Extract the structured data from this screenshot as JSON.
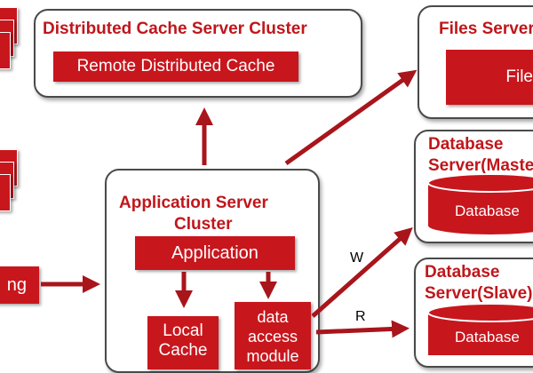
{
  "cache_cluster": {
    "title": "Distributed Cache Server Cluster",
    "inner": "Remote Distributed Cache"
  },
  "files_server": {
    "title": "Files Server",
    "inner": "File"
  },
  "db_master": {
    "title_line1": "Database",
    "title_line2": "Server(Master)",
    "cylinder": "Database"
  },
  "db_slave": {
    "title_line1": "Database",
    "title_line2": "Server(Slave)",
    "cylinder": "Database"
  },
  "app_cluster": {
    "title_line1": "Application Server",
    "title_line2": "Cluster",
    "application": "Application",
    "local_cache_line1": "Local",
    "local_cache_line2": "Cache",
    "dao_line1": "data",
    "dao_line2": "access",
    "dao_line3": "module"
  },
  "left_partial_label": "ng",
  "edge_labels": {
    "write": "W",
    "read": "R"
  },
  "colors": {
    "accent": "#c8161d",
    "title": "#c0161b",
    "arrow": "#a8151b",
    "border": "#4a4a4a"
  }
}
